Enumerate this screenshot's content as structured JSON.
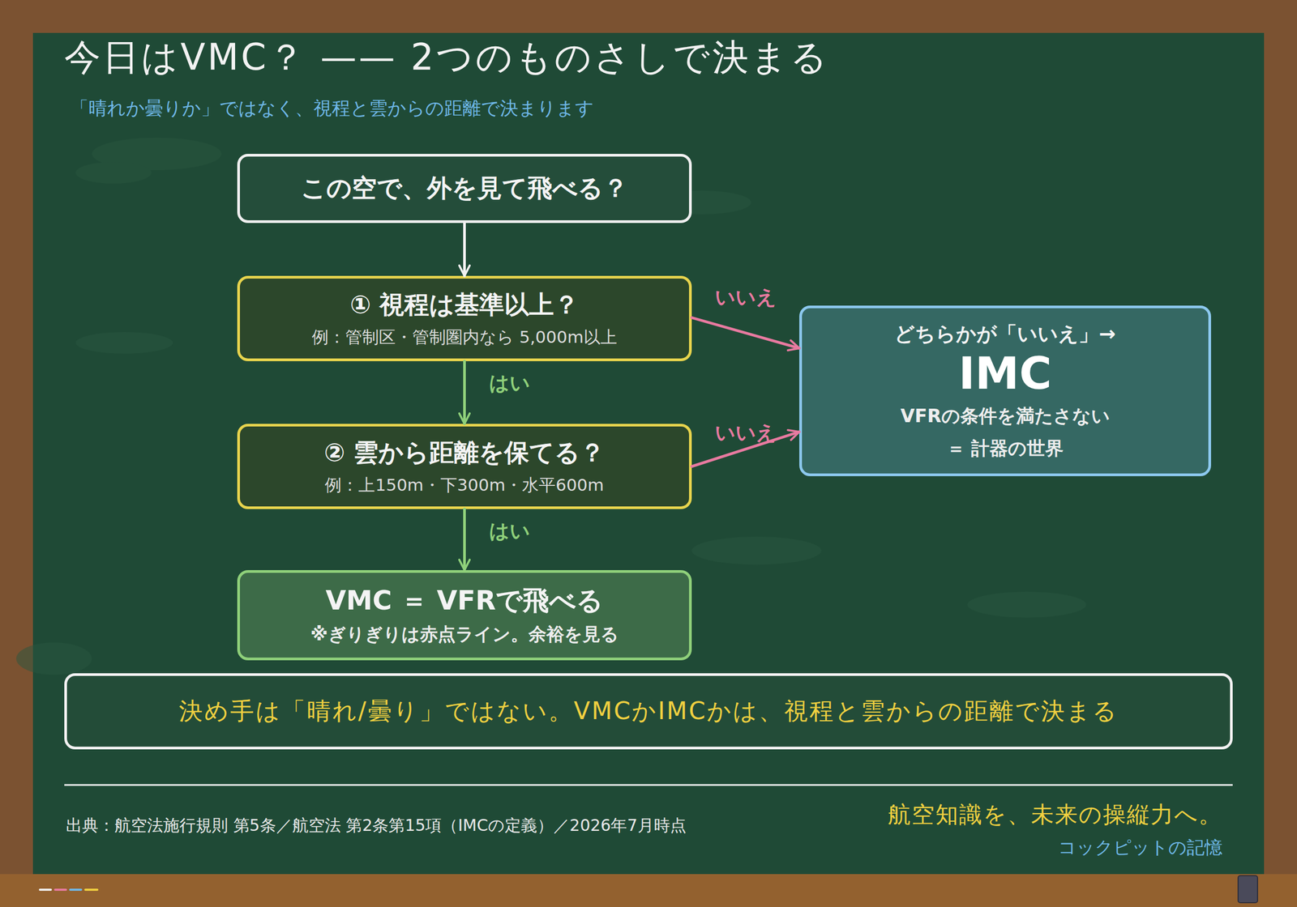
{
  "diagram": {
    "title": "今日はVMC？ —— 2つのものさしで決まる",
    "nodes": [
      {
        "text": [
          "この空で、外を見て飛べる？"
        ]
      },
      {
        "text": [
          "① 視程は基準以上？",
          "例：管制区・管制圏内なら 5,000m以上"
        ]
      },
      {
        "text": [
          "② 雲から距離を保てる？",
          "例：上150m・下300m・水平600m"
        ]
      },
      {
        "text": [
          "VMC ＝ VFRで飛べる",
          "※ぎりぎりは赤点ライン。余裕を見る"
        ]
      },
      {
        "text": [
          "どちらかが「いいえ」→",
          "IMC",
          "VFRの条件を満たさない",
          "＝ 計器の世界"
        ]
      },
      {
        "text": [
          "決め手は「晴れ/曇り」ではない。VMCかIMCかは、視程と雲からの距離で決まる"
        ]
      }
    ],
    "edges": [
      {
        "from": 0,
        "to": 1,
        "arrow": "to"
      },
      {
        "from": 1,
        "to": 2,
        "label": "はい",
        "arrow": "to"
      },
      {
        "from": 2,
        "to": 3,
        "label": "はい",
        "arrow": "to"
      },
      {
        "from": 1,
        "to": 4,
        "label": "いいえ",
        "arrow": "to"
      },
      {
        "from": 2,
        "to": 4,
        "label": "いいえ",
        "arrow": "to"
      }
    ],
    "labels": [
      "「晴れか曇りか」ではなく、視程と雲からの距離で決まります",
      "出典：航空法施行規則 第5条／航空法 第2条第15項（IMCの定義）／2026年7月時点",
      "航空知識を、未来の操縦力へ。",
      "コックピットの記憶"
    ]
  }
}
